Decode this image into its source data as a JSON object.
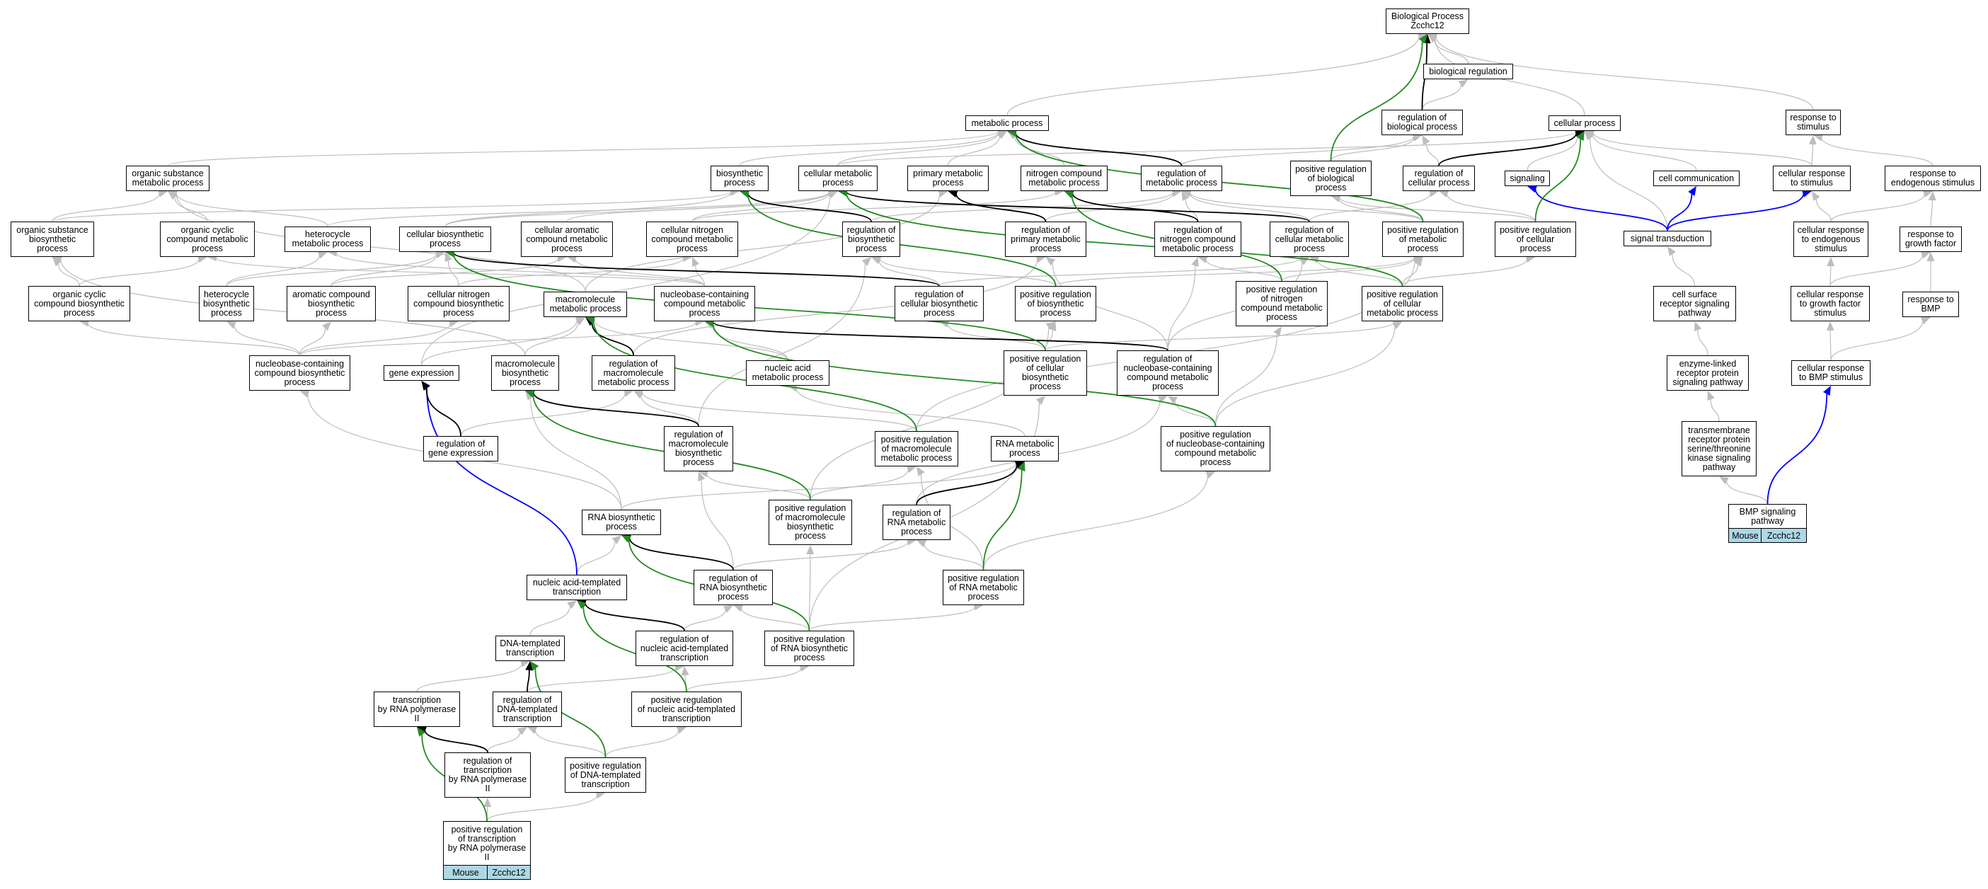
{
  "colors": {
    "is_a": "#bdbdbd",
    "regulates": "#000000",
    "positively_regulates": "#228b22",
    "part_of": "#0000ff",
    "tag": "#add8e6"
  },
  "nodes": {
    "bp_root": "Biological Process\nZcchc12",
    "bio_reg": "biological regulation",
    "metabolic": "metabolic process",
    "reg_bio": "regulation of\nbiological process",
    "cellular": "cellular process",
    "resp_stim": "response to\nstimulus",
    "org_sub_met": "organic substance\nmetabolic process",
    "biosynth": "biosynthetic\nprocess",
    "cell_met": "cellular metabolic\nprocess",
    "prim_met": "primary metabolic\nprocess",
    "nitro_met": "nitrogen compound\nmetabolic process",
    "reg_met": "regulation of\nmetabolic process",
    "pos_reg_bio": "positive regulation\nof biological\nprocess",
    "reg_cell": "regulation of\ncellular process",
    "signaling": "signaling",
    "cell_comm": "cell communication",
    "cell_resp_stim": "cellular response\nto stimulus",
    "resp_endo": "response to\nendogenous stimulus",
    "org_sub_bio": "organic substance\nbiosynthetic\nprocess",
    "org_cyc_met": "organic cyclic\ncompound metabolic\nprocess",
    "hetero_met": "heterocycle\nmetabolic process",
    "cell_bio": "cellular biosynthetic\nprocess",
    "cell_arom": "cellular aromatic\ncompound metabolic\nprocess",
    "cell_nitro": "cellular nitrogen\ncompound metabolic\nprocess",
    "reg_biosynth": "regulation of\nbiosynthetic\nprocess",
    "reg_prim": "regulation of\nprimary metabolic\nprocess",
    "reg_nitro": "regulation of\nnitrogen compound\nmetabolic process",
    "reg_cell_met": "regulation of\ncellular metabolic\nprocess",
    "pos_reg_met": "positive regulation\nof metabolic\nprocess",
    "pos_reg_cell": "positive regulation\nof cellular\nprocess",
    "sig_trans": "signal transduction",
    "cell_resp_endo": "cellular response\nto endogenous\nstimulus",
    "resp_gf": "response to\ngrowth factor",
    "org_cyc_bio": "organic cyclic\ncompound biosynthetic\nprocess",
    "hetero_bio": "heterocycle\nbiosynthetic\nprocess",
    "arom_bio": "aromatic compound\nbiosynthetic\nprocess",
    "cell_nitro_bio": "cellular nitrogen\ncompound biosynthetic\nprocess",
    "macro_met": "macromolecule\nmetabolic process",
    "nuc_met": "nucleobase-containing\ncompound metabolic\nprocess",
    "reg_cell_bio": "regulation of\ncellular biosynthetic\nprocess",
    "pos_reg_biosynth": "positive regulation\nof biosynthetic\nprocess",
    "pos_reg_nitro": "positive regulation\nof nitrogen\ncompound metabolic\nprocess",
    "pos_reg_cell_met": "positive regulation\nof cellular\nmetabolic process",
    "cs_receptor": "cell surface\nreceptor signaling\npathway",
    "cell_resp_gf": "cellular response\nto growth factor\nstimulus",
    "resp_bmp": "response to\nBMP",
    "nuc_bio": "nucleobase-containing\ncompound biosynthetic\nprocess",
    "gene_expr": "gene expression",
    "macro_bio": "macromolecule\nbiosynthetic\nprocess",
    "reg_macro_met": "regulation of\nmacromolecule\nmetabolic process",
    "na_met": "nucleic acid\nmetabolic process",
    "pos_reg_cell_bio": "positive regulation\nof cellular\nbiosynthetic\nprocess",
    "reg_nuc_met": "regulation of\nnucleobase-containing\ncompound metabolic\nprocess",
    "enz_receptor": "enzyme-linked\nreceptor protein\nsignaling pathway",
    "cell_resp_bmp": "cellular response\nto BMP stimulus",
    "reg_gene_expr": "regulation of\ngene expression",
    "reg_macro_bio": "regulation of\nmacromolecule\nbiosynthetic\nprocess",
    "pos_reg_macro_met": "positive regulation\nof macromolecule\nmetabolic process",
    "rna_met": "RNA metabolic\nprocess",
    "pos_reg_nuc_met": "positive regulation\nof nucleobase-containing\ncompound metabolic\nprocess",
    "tm_receptor": "transmembrane\nreceptor protein\nserine/threonine\nkinase signaling\npathway",
    "rna_bio": "RNA biosynthetic\nprocess",
    "pos_reg_macro_bio": "positive regulation\nof macromolecule\nbiosynthetic\nprocess",
    "reg_rna_met": "regulation of\nRNA metabolic\nprocess",
    "bmp": "BMP signaling\npathway",
    "na_trans": "nucleic acid-templated\ntranscription",
    "reg_rna_bio": "regulation of\nRNA biosynthetic\nprocess",
    "pos_reg_rna_met": "positive regulation\nof RNA metabolic\nprocess",
    "dna_trans": "DNA-templated\ntranscription",
    "reg_na_trans": "regulation of\nnucleic acid-templated\ntranscription",
    "pos_reg_rna_bio": "positive regulation\nof RNA biosynthetic\nprocess",
    "trans_pol2": "transcription\nby RNA polymerase\nII",
    "reg_dna_trans": "regulation of\nDNA-templated\ntranscription",
    "pos_reg_na_trans": "positive regulation\nof nucleic acid-templated\ntranscription",
    "reg_trans_pol2": "regulation of\ntranscription\nby RNA polymerase\nII",
    "pos_reg_dna_trans": "positive regulation\nof DNA-templated\ntranscription",
    "pos_reg_trans_pol2": "positive regulation\nof transcription\nby RNA polymerase\nII"
  },
  "tags": {
    "tag1_species": "Mouse",
    "tag1_gene": "Zcchc12",
    "tag2_species": "Mouse",
    "tag2_gene": "Zcchc12"
  },
  "edges": [
    [
      "bio_reg",
      "bp_root",
      "is_a"
    ],
    [
      "metabolic",
      "bp_root",
      "is_a"
    ],
    [
      "cellular",
      "bp_root",
      "is_a"
    ],
    [
      "resp_stim",
      "bp_root",
      "is_a"
    ],
    [
      "reg_bio",
      "bp_root",
      "regulates"
    ],
    [
      "reg_bio",
      "bio_reg",
      "is_a"
    ],
    [
      "pos_reg_bio",
      "bp_root",
      "positively_regulates"
    ],
    [
      "pos_reg_bio",
      "reg_bio",
      "is_a"
    ],
    [
      "org_sub_met",
      "metabolic",
      "is_a"
    ],
    [
      "biosynth",
      "metabolic",
      "is_a"
    ],
    [
      "cell_met",
      "metabolic",
      "is_a"
    ],
    [
      "prim_met",
      "metabolic",
      "is_a"
    ],
    [
      "nitro_met",
      "metabolic",
      "is_a"
    ],
    [
      "reg_met",
      "metabolic",
      "regulates"
    ],
    [
      "reg_met",
      "reg_bio",
      "is_a"
    ],
    [
      "pos_reg_met",
      "metabolic",
      "positively_regulates"
    ],
    [
      "pos_reg_met",
      "reg_met",
      "is_a"
    ],
    [
      "pos_reg_met",
      "pos_reg_bio",
      "is_a"
    ],
    [
      "reg_cell",
      "cellular",
      "regulates"
    ],
    [
      "reg_cell",
      "reg_bio",
      "is_a"
    ],
    [
      "pos_reg_cell",
      "cellular",
      "positively_regulates"
    ],
    [
      "pos_reg_cell",
      "reg_cell",
      "is_a"
    ],
    [
      "pos_reg_cell",
      "pos_reg_bio",
      "is_a"
    ],
    [
      "cell_met",
      "cellular",
      "is_a"
    ],
    [
      "signaling",
      "cellular",
      "is_a"
    ],
    [
      "cell_comm",
      "cellular",
      "is_a"
    ],
    [
      "cell_resp_stim",
      "resp_stim",
      "is_a"
    ],
    [
      "cell_resp_stim",
      "cellular",
      "is_a"
    ],
    [
      "sig_trans",
      "signaling",
      "part_of"
    ],
    [
      "sig_trans",
      "cell_comm",
      "part_of"
    ],
    [
      "sig_trans",
      "cell_resp_stim",
      "part_of"
    ],
    [
      "sig_trans",
      "cellular",
      "is_a"
    ],
    [
      "resp_endo",
      "resp_stim",
      "is_a"
    ],
    [
      "cell_resp_endo",
      "resp_endo",
      "is_a"
    ],
    [
      "cell_resp_endo",
      "cell_resp_stim",
      "is_a"
    ],
    [
      "resp_gf",
      "resp_endo",
      "is_a"
    ],
    [
      "org_sub_bio",
      "org_sub_met",
      "is_a"
    ],
    [
      "org_sub_bio",
      "biosynth",
      "is_a"
    ],
    [
      "org_cyc_met",
      "org_sub_met",
      "is_a"
    ],
    [
      "hetero_met",
      "org_sub_met",
      "is_a"
    ],
    [
      "hetero_met",
      "cell_met",
      "is_a"
    ],
    [
      "cell_bio",
      "biosynth",
      "is_a"
    ],
    [
      "cell_bio",
      "cell_met",
      "is_a"
    ],
    [
      "cell_arom",
      "cell_met",
      "is_a"
    ],
    [
      "cell_nitro",
      "cell_met",
      "is_a"
    ],
    [
      "cell_nitro",
      "nitro_met",
      "is_a"
    ],
    [
      "reg_biosynth",
      "biosynth",
      "regulates"
    ],
    [
      "reg_biosynth",
      "reg_met",
      "is_a"
    ],
    [
      "reg_prim",
      "prim_met",
      "regulates"
    ],
    [
      "reg_prim",
      "reg_met",
      "is_a"
    ],
    [
      "reg_nitro",
      "nitro_met",
      "regulates"
    ],
    [
      "reg_nitro",
      "reg_met",
      "is_a"
    ],
    [
      "reg_cell_met",
      "cell_met",
      "regulates"
    ],
    [
      "reg_cell_met",
      "reg_met",
      "is_a"
    ],
    [
      "reg_cell_met",
      "reg_cell",
      "is_a"
    ],
    [
      "org_cyc_bio",
      "org_cyc_met",
      "is_a"
    ],
    [
      "org_cyc_bio",
      "org_sub_bio",
      "is_a"
    ],
    [
      "hetero_bio",
      "hetero_met",
      "is_a"
    ],
    [
      "hetero_bio",
      "cell_bio",
      "is_a"
    ],
    [
      "arom_bio",
      "cell_arom",
      "is_a"
    ],
    [
      "arom_bio",
      "cell_bio",
      "is_a"
    ],
    [
      "cell_nitro_bio",
      "cell_nitro",
      "is_a"
    ],
    [
      "cell_nitro_bio",
      "cell_bio",
      "is_a"
    ],
    [
      "macro_met",
      "org_sub_met",
      "is_a"
    ],
    [
      "macro_met",
      "prim_met",
      "is_a"
    ],
    [
      "nuc_met",
      "cell_nitro",
      "is_a"
    ],
    [
      "nuc_met",
      "hetero_met",
      "is_a"
    ],
    [
      "nuc_met",
      "cell_arom",
      "is_a"
    ],
    [
      "nuc_met",
      "org_cyc_met",
      "is_a"
    ],
    [
      "reg_cell_bio",
      "cell_bio",
      "regulates"
    ],
    [
      "reg_cell_bio",
      "reg_biosynth",
      "is_a"
    ],
    [
      "reg_cell_bio",
      "reg_cell_met",
      "is_a"
    ],
    [
      "pos_reg_biosynth",
      "biosynth",
      "positively_regulates"
    ],
    [
      "pos_reg_biosynth",
      "reg_biosynth",
      "is_a"
    ],
    [
      "pos_reg_biosynth",
      "pos_reg_met",
      "is_a"
    ],
    [
      "pos_reg_nitro",
      "nitro_met",
      "positively_regulates"
    ],
    [
      "pos_reg_nitro",
      "reg_nitro",
      "is_a"
    ],
    [
      "pos_reg_nitro",
      "pos_reg_met",
      "is_a"
    ],
    [
      "pos_reg_cell_met",
      "cell_met",
      "positively_regulates"
    ],
    [
      "pos_reg_cell_met",
      "reg_cell_met",
      "is_a"
    ],
    [
      "pos_reg_cell_met",
      "pos_reg_met",
      "is_a"
    ],
    [
      "pos_reg_cell_met",
      "pos_reg_cell",
      "is_a"
    ],
    [
      "cs_receptor",
      "sig_trans",
      "is_a"
    ],
    [
      "cell_resp_gf",
      "resp_gf",
      "is_a"
    ],
    [
      "cell_resp_gf",
      "cell_resp_endo",
      "is_a"
    ],
    [
      "resp_bmp",
      "resp_gf",
      "is_a"
    ],
    [
      "nuc_bio",
      "nuc_met",
      "is_a"
    ],
    [
      "nuc_bio",
      "hetero_bio",
      "is_a"
    ],
    [
      "nuc_bio",
      "arom_bio",
      "is_a"
    ],
    [
      "nuc_bio",
      "org_cyc_bio",
      "is_a"
    ],
    [
      "nuc_bio",
      "cell_nitro_bio",
      "is_a"
    ],
    [
      "gene_expr",
      "macro_met",
      "is_a"
    ],
    [
      "gene_expr",
      "cell_met",
      "is_a"
    ],
    [
      "macro_bio",
      "macro_met",
      "is_a"
    ],
    [
      "macro_bio",
      "org_sub_bio",
      "is_a"
    ],
    [
      "reg_macro_met",
      "macro_met",
      "regulates"
    ],
    [
      "reg_macro_met",
      "reg_prim",
      "is_a"
    ],
    [
      "na_met",
      "nuc_met",
      "is_a"
    ],
    [
      "na_met",
      "macro_met",
      "is_a"
    ],
    [
      "pos_reg_cell_bio",
      "cell_bio",
      "positively_regulates"
    ],
    [
      "pos_reg_cell_bio",
      "reg_cell_bio",
      "is_a"
    ],
    [
      "pos_reg_cell_bio",
      "pos_reg_biosynth",
      "is_a"
    ],
    [
      "pos_reg_cell_bio",
      "pos_reg_cell_met",
      "is_a"
    ],
    [
      "reg_nuc_met",
      "nuc_met",
      "regulates"
    ],
    [
      "reg_nuc_met",
      "reg_cell_met",
      "is_a"
    ],
    [
      "reg_nuc_met",
      "reg_nitro",
      "is_a"
    ],
    [
      "reg_nuc_met",
      "reg_prim",
      "is_a"
    ],
    [
      "enz_receptor",
      "cs_receptor",
      "is_a"
    ],
    [
      "cell_resp_bmp",
      "resp_bmp",
      "is_a"
    ],
    [
      "cell_resp_bmp",
      "cell_resp_gf",
      "is_a"
    ],
    [
      "reg_gene_expr",
      "gene_expr",
      "regulates"
    ],
    [
      "reg_gene_expr",
      "reg_macro_met",
      "is_a"
    ],
    [
      "reg_macro_bio",
      "macro_bio",
      "regulates"
    ],
    [
      "reg_macro_bio",
      "reg_macro_met",
      "is_a"
    ],
    [
      "reg_macro_bio",
      "reg_biosynth",
      "is_a"
    ],
    [
      "pos_reg_macro_met",
      "macro_met",
      "positively_regulates"
    ],
    [
      "pos_reg_macro_met",
      "reg_macro_met",
      "is_a"
    ],
    [
      "pos_reg_macro_met",
      "pos_reg_met",
      "is_a"
    ],
    [
      "rna_met",
      "na_met",
      "is_a"
    ],
    [
      "pos_reg_nuc_met",
      "nuc_met",
      "positively_regulates"
    ],
    [
      "pos_reg_nuc_met",
      "reg_nuc_met",
      "is_a"
    ],
    [
      "pos_reg_nuc_met",
      "pos_reg_cell_met",
      "is_a"
    ],
    [
      "pos_reg_nuc_met",
      "pos_reg_nitro",
      "is_a"
    ],
    [
      "tm_receptor",
      "enz_receptor",
      "is_a"
    ],
    [
      "rna_bio",
      "rna_met",
      "is_a"
    ],
    [
      "rna_bio",
      "macro_bio",
      "is_a"
    ],
    [
      "rna_bio",
      "nuc_bio",
      "is_a"
    ],
    [
      "pos_reg_macro_bio",
      "macro_bio",
      "positively_regulates"
    ],
    [
      "pos_reg_macro_bio",
      "reg_macro_bio",
      "is_a"
    ],
    [
      "pos_reg_macro_bio",
      "pos_reg_macro_met",
      "is_a"
    ],
    [
      "pos_reg_macro_bio",
      "pos_reg_biosynth",
      "is_a"
    ],
    [
      "reg_rna_met",
      "rna_met",
      "regulates"
    ],
    [
      "reg_rna_met",
      "reg_nuc_met",
      "is_a"
    ],
    [
      "bmp",
      "tm_receptor",
      "is_a"
    ],
    [
      "bmp",
      "cell_resp_bmp",
      "part_of"
    ],
    [
      "na_trans",
      "rna_bio",
      "is_a"
    ],
    [
      "na_trans",
      "gene_expr",
      "part_of"
    ],
    [
      "reg_rna_bio",
      "rna_bio",
      "regulates"
    ],
    [
      "reg_rna_bio",
      "reg_rna_met",
      "is_a"
    ],
    [
      "reg_rna_bio",
      "reg_macro_bio",
      "is_a"
    ],
    [
      "pos_reg_rna_met",
      "rna_met",
      "positively_regulates"
    ],
    [
      "pos_reg_rna_met",
      "reg_rna_met",
      "is_a"
    ],
    [
      "pos_reg_rna_met",
      "pos_reg_nuc_met",
      "is_a"
    ],
    [
      "pos_reg_rna_met",
      "pos_reg_macro_met",
      "is_a"
    ],
    [
      "dna_trans",
      "na_trans",
      "is_a"
    ],
    [
      "reg_na_trans",
      "na_trans",
      "regulates"
    ],
    [
      "reg_na_trans",
      "reg_rna_bio",
      "is_a"
    ],
    [
      "pos_reg_rna_bio",
      "rna_bio",
      "positively_regulates"
    ],
    [
      "pos_reg_rna_bio",
      "reg_rna_bio",
      "is_a"
    ],
    [
      "pos_reg_rna_bio",
      "pos_reg_rna_met",
      "is_a"
    ],
    [
      "pos_reg_rna_bio",
      "pos_reg_macro_bio",
      "is_a"
    ],
    [
      "pos_reg_rna_bio",
      "pos_reg_cell_bio",
      "is_a"
    ],
    [
      "trans_pol2",
      "dna_trans",
      "is_a"
    ],
    [
      "reg_dna_trans",
      "dna_trans",
      "regulates"
    ],
    [
      "reg_dna_trans",
      "reg_na_trans",
      "is_a"
    ],
    [
      "pos_reg_na_trans",
      "na_trans",
      "positively_regulates"
    ],
    [
      "pos_reg_na_trans",
      "reg_na_trans",
      "is_a"
    ],
    [
      "pos_reg_na_trans",
      "pos_reg_rna_bio",
      "is_a"
    ],
    [
      "reg_trans_pol2",
      "trans_pol2",
      "regulates"
    ],
    [
      "reg_trans_pol2",
      "reg_dna_trans",
      "is_a"
    ],
    [
      "pos_reg_dna_trans",
      "dna_trans",
      "positively_regulates"
    ],
    [
      "pos_reg_dna_trans",
      "reg_dna_trans",
      "is_a"
    ],
    [
      "pos_reg_dna_trans",
      "pos_reg_na_trans",
      "is_a"
    ],
    [
      "pos_reg_trans_pol2",
      "trans_pol2",
      "positively_regulates"
    ],
    [
      "pos_reg_trans_pol2",
      "reg_trans_pol2",
      "is_a"
    ],
    [
      "pos_reg_trans_pol2",
      "pos_reg_dna_trans",
      "is_a"
    ]
  ]
}
